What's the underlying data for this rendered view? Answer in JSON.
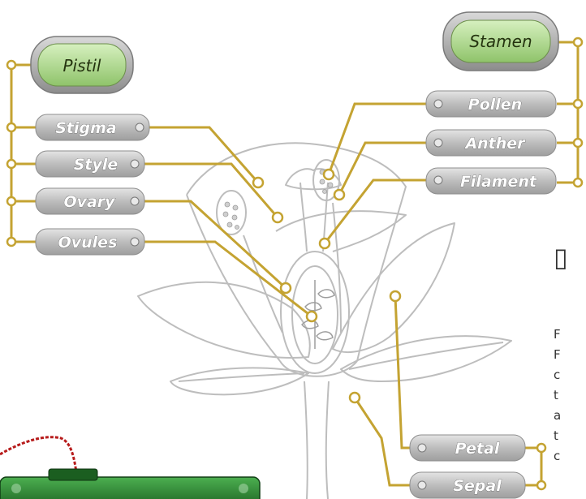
{
  "colors": {
    "wire": "#c4a332",
    "outline": "#b8b8b8",
    "tag_fill": "#bdbdbd",
    "title_fill": "#a9d48a",
    "base_green": "#2e7d32"
  },
  "pistil_group": {
    "title": "Pistil",
    "items": [
      "Stigma",
      "Style",
      "Ovary",
      "Ovules"
    ]
  },
  "stamen_group": {
    "title": "Stamen",
    "items": [
      "Pollen",
      "Anther",
      "Filament"
    ]
  },
  "bottom_group": {
    "items": [
      "Petal",
      "Sepal"
    ]
  },
  "side_text": {
    "heading_glyph": "▯",
    "lines": [
      "F",
      "F",
      "c",
      "t",
      "a",
      "t",
      "c"
    ]
  }
}
